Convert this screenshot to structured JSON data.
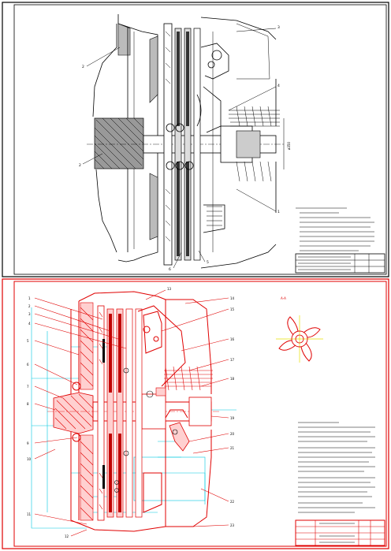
{
  "top_drawing": {
    "callouts": [
      "1",
      "2",
      "3",
      "4",
      "5",
      "6"
    ],
    "dimension": "ø350"
  },
  "bottom_drawing": {
    "section_label": "А-А",
    "callouts": [
      "1",
      "2",
      "3",
      "4",
      "5",
      "6",
      "7",
      "8",
      "9",
      "10",
      "11",
      "12",
      "13",
      "14",
      "15",
      "16",
      "17",
      "18",
      "19",
      "20",
      "21",
      "22",
      "23"
    ]
  }
}
